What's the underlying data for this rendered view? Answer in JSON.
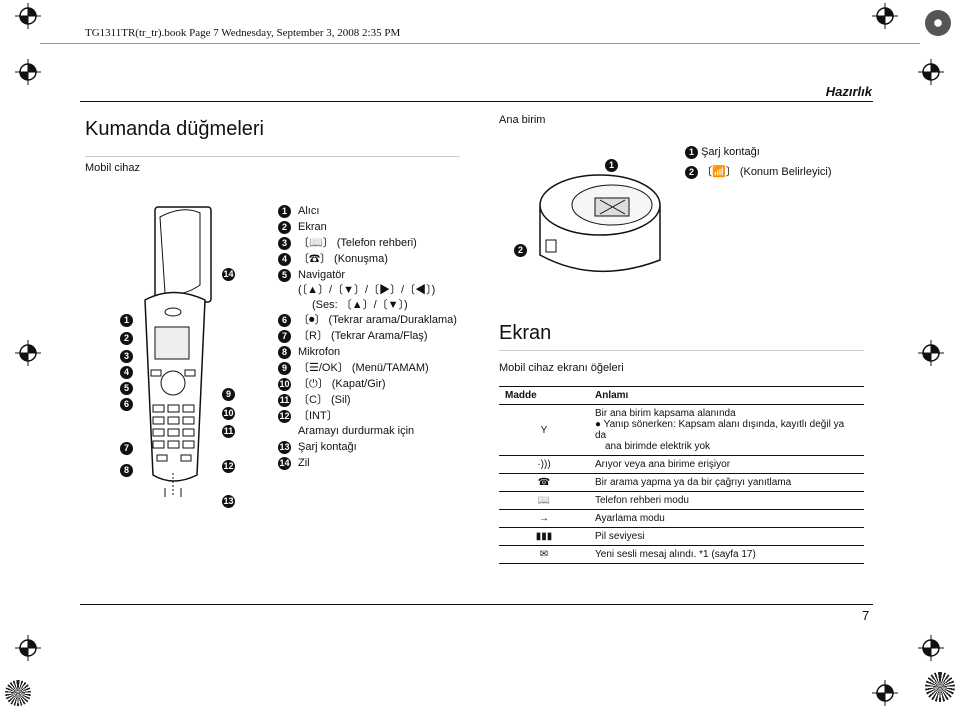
{
  "page_header": "TG1311TR(tr_tr).book  Page 7  Wednesday, September 3, 2008  2:35 PM",
  "section_title": "Hazırlık",
  "title": "Kumanda düğmeleri",
  "subtitle_handset": "Mobil cihaz",
  "subtitle_base": "Ana birim",
  "base_labels": [
    {
      "num": "1",
      "text": "Şarj kontağı"
    },
    {
      "num": "2",
      "text": "〔📶〕 (Konum Belirleyici)"
    }
  ],
  "handset_labels": [
    {
      "num": "1",
      "text": "Alıcı"
    },
    {
      "num": "2",
      "text": "Ekran"
    },
    {
      "num": "3",
      "text": "〔📖〕 (Telefon rehberi)"
    },
    {
      "num": "4",
      "text": "〔☎〕 (Konuşma)"
    },
    {
      "num": "5",
      "text": "Navigatör"
    },
    {
      "num": "",
      "text": "(〔▲〕/〔▼〕/〔▶〕/〔◀〕)"
    },
    {
      "num": "",
      "text": "(Ses: 〔▲〕/〔▼〕)"
    },
    {
      "num": "6",
      "text": "〔⏺〕 (Tekrar arama/Duraklama)"
    },
    {
      "num": "7",
      "text": "〔R〕 (Tekrar Arama/Flaş)"
    },
    {
      "num": "8",
      "text": "Mikrofon"
    },
    {
      "num": "9",
      "text": "〔☰/OK〕 (Menü/TAMAM)"
    },
    {
      "num": "10",
      "text": "〔⏻〕 (Kapat/Gir)"
    },
    {
      "num": "11",
      "text": "〔C〕 (Sil)"
    },
    {
      "num": "12",
      "text": "〔INT〕"
    },
    {
      "num": "",
      "text": "Aramayı durdurmak için"
    },
    {
      "num": "13",
      "text": "Şarj kontağı"
    },
    {
      "num": "14",
      "text": "Zil"
    }
  ],
  "screen_title": "Ekran",
  "screen_subtitle": "Mobil cihaz ekranı öğeleri",
  "table": {
    "col_item": "Madde",
    "col_meaning": "Anlamı",
    "rows": [
      {
        "icon": "antenna-icon",
        "glyph": "Y",
        "lines": [
          "Bir ana birim kapsama alanında",
          "● Yanıp sönerken: Kapsam alanı dışında, kayıtlı değil ya da",
          "ana birimde elektrik yok"
        ]
      },
      {
        "icon": "signal-icon",
        "glyph": "·)))",
        "lines": [
          "Arıyor veya ana birime erişiyor"
        ]
      },
      {
        "icon": "handset-icon",
        "glyph": "☎",
        "lines": [
          "Bir arama yapma ya da bir çağrıyı yanıtlama"
        ]
      },
      {
        "icon": "phonebook-icon",
        "glyph": "📖",
        "lines": [
          "Telefon rehberi modu"
        ]
      },
      {
        "icon": "setting-icon",
        "glyph": "→",
        "lines": [
          "Ayarlama modu"
        ]
      },
      {
        "icon": "battery-icon",
        "glyph": "▮▮▮",
        "lines": [
          "Pil seviyesi"
        ]
      },
      {
        "icon": "voicemail-icon",
        "glyph": "✉",
        "lines": [
          "Yeni sesli mesaj alındı. *1 (sayfa 17)"
        ]
      }
    ]
  },
  "page_number": "7"
}
